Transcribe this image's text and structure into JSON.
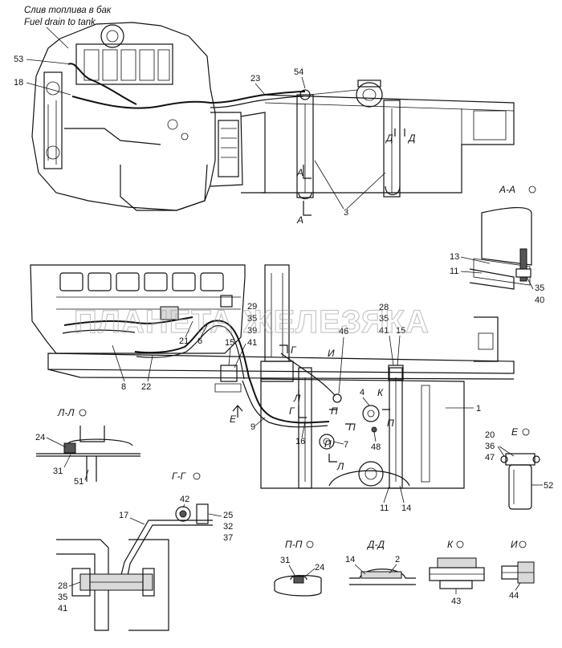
{
  "titles": {
    "ru": "Слив топлива в бак",
    "en": "Fuel drain to tank"
  },
  "watermark": "ПЛАНЕТА ЖЕЛЕЗЯКА",
  "sections": {
    "aa": "А-А",
    "ee": "Е",
    "ll": "Л-Л",
    "gg": "Г-Г",
    "pp": "П-П",
    "dd": "Д-Д",
    "kk": "К",
    "ii": "И"
  },
  "cut_marks": {
    "a_top": "А",
    "a_bottom": "А",
    "d_left": "Д",
    "d_right": "Д",
    "g_left": "Г",
    "g_right": "Г",
    "e_arrow": "Е",
    "l_top": "Л",
    "l_bottom": "Л",
    "p_left": "П",
    "p_mid": "П",
    "p_right": "П",
    "i_mark": "И",
    "k_mark": "К"
  },
  "callouts": {
    "c53": "53",
    "c18": "18",
    "c23": "23",
    "c54": "54",
    "c3": "3",
    "c13": "13",
    "c11a": "11",
    "c35a": "35",
    "c40": "40",
    "c29": "29",
    "c35b": "35",
    "c39": "39",
    "c41a": "41",
    "c28a": "28",
    "c35c": "35",
    "c41b": "41",
    "c15a": "15",
    "c15b": "15",
    "c46": "46",
    "c21": "21",
    "c6": "6",
    "c8": "8",
    "c22": "22",
    "c1": "1",
    "c4": "4",
    "c7": "7",
    "c9": "9",
    "c16": "16",
    "c48": "48",
    "c11b": "11",
    "c14a": "14",
    "c20": "20",
    "c36": "36",
    "c47": "47",
    "c52": "52",
    "c24a": "24",
    "c31a": "31",
    "c51": "51",
    "c42": "42",
    "c17": "17",
    "c25": "25",
    "c32": "32",
    "c37": "37",
    "c28b": "28",
    "c35d": "35",
    "c41c": "41",
    "c31b": "31",
    "c24b": "24",
    "c14b": "14",
    "c2": "2",
    "c43": "43",
    "c44": "44"
  }
}
